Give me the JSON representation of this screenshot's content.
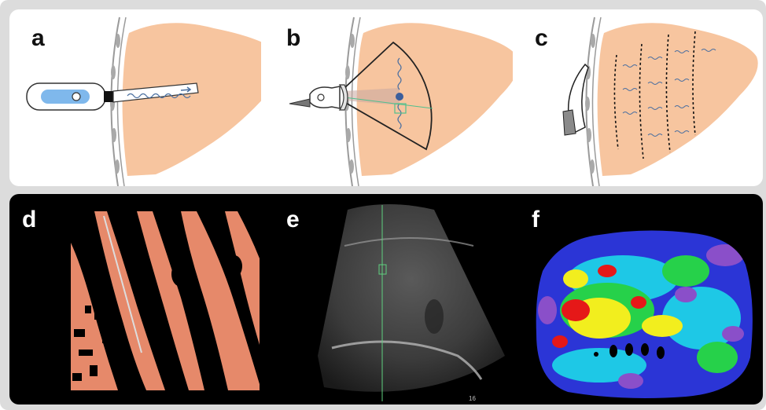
{
  "labels": {
    "a": "a",
    "b": "b",
    "c": "c",
    "d": "d",
    "e": "e",
    "f": "f"
  },
  "ultrasound": {
    "scale_number": "16"
  },
  "colors": {
    "liver": "#f7c59f",
    "frame": "#dcdcdc",
    "probe_blue": "#7fb8ec",
    "wave": "#4a6fa0",
    "stripe_orange": "#e6896a",
    "elastography_blue": "#2b35d6",
    "elastography_purple": "#8a4fc9",
    "elastography_cyan": "#1ec8e6",
    "elastography_green": "#26d14a",
    "elastography_yellow": "#f2ee1e",
    "elastography_red": "#e51818"
  }
}
